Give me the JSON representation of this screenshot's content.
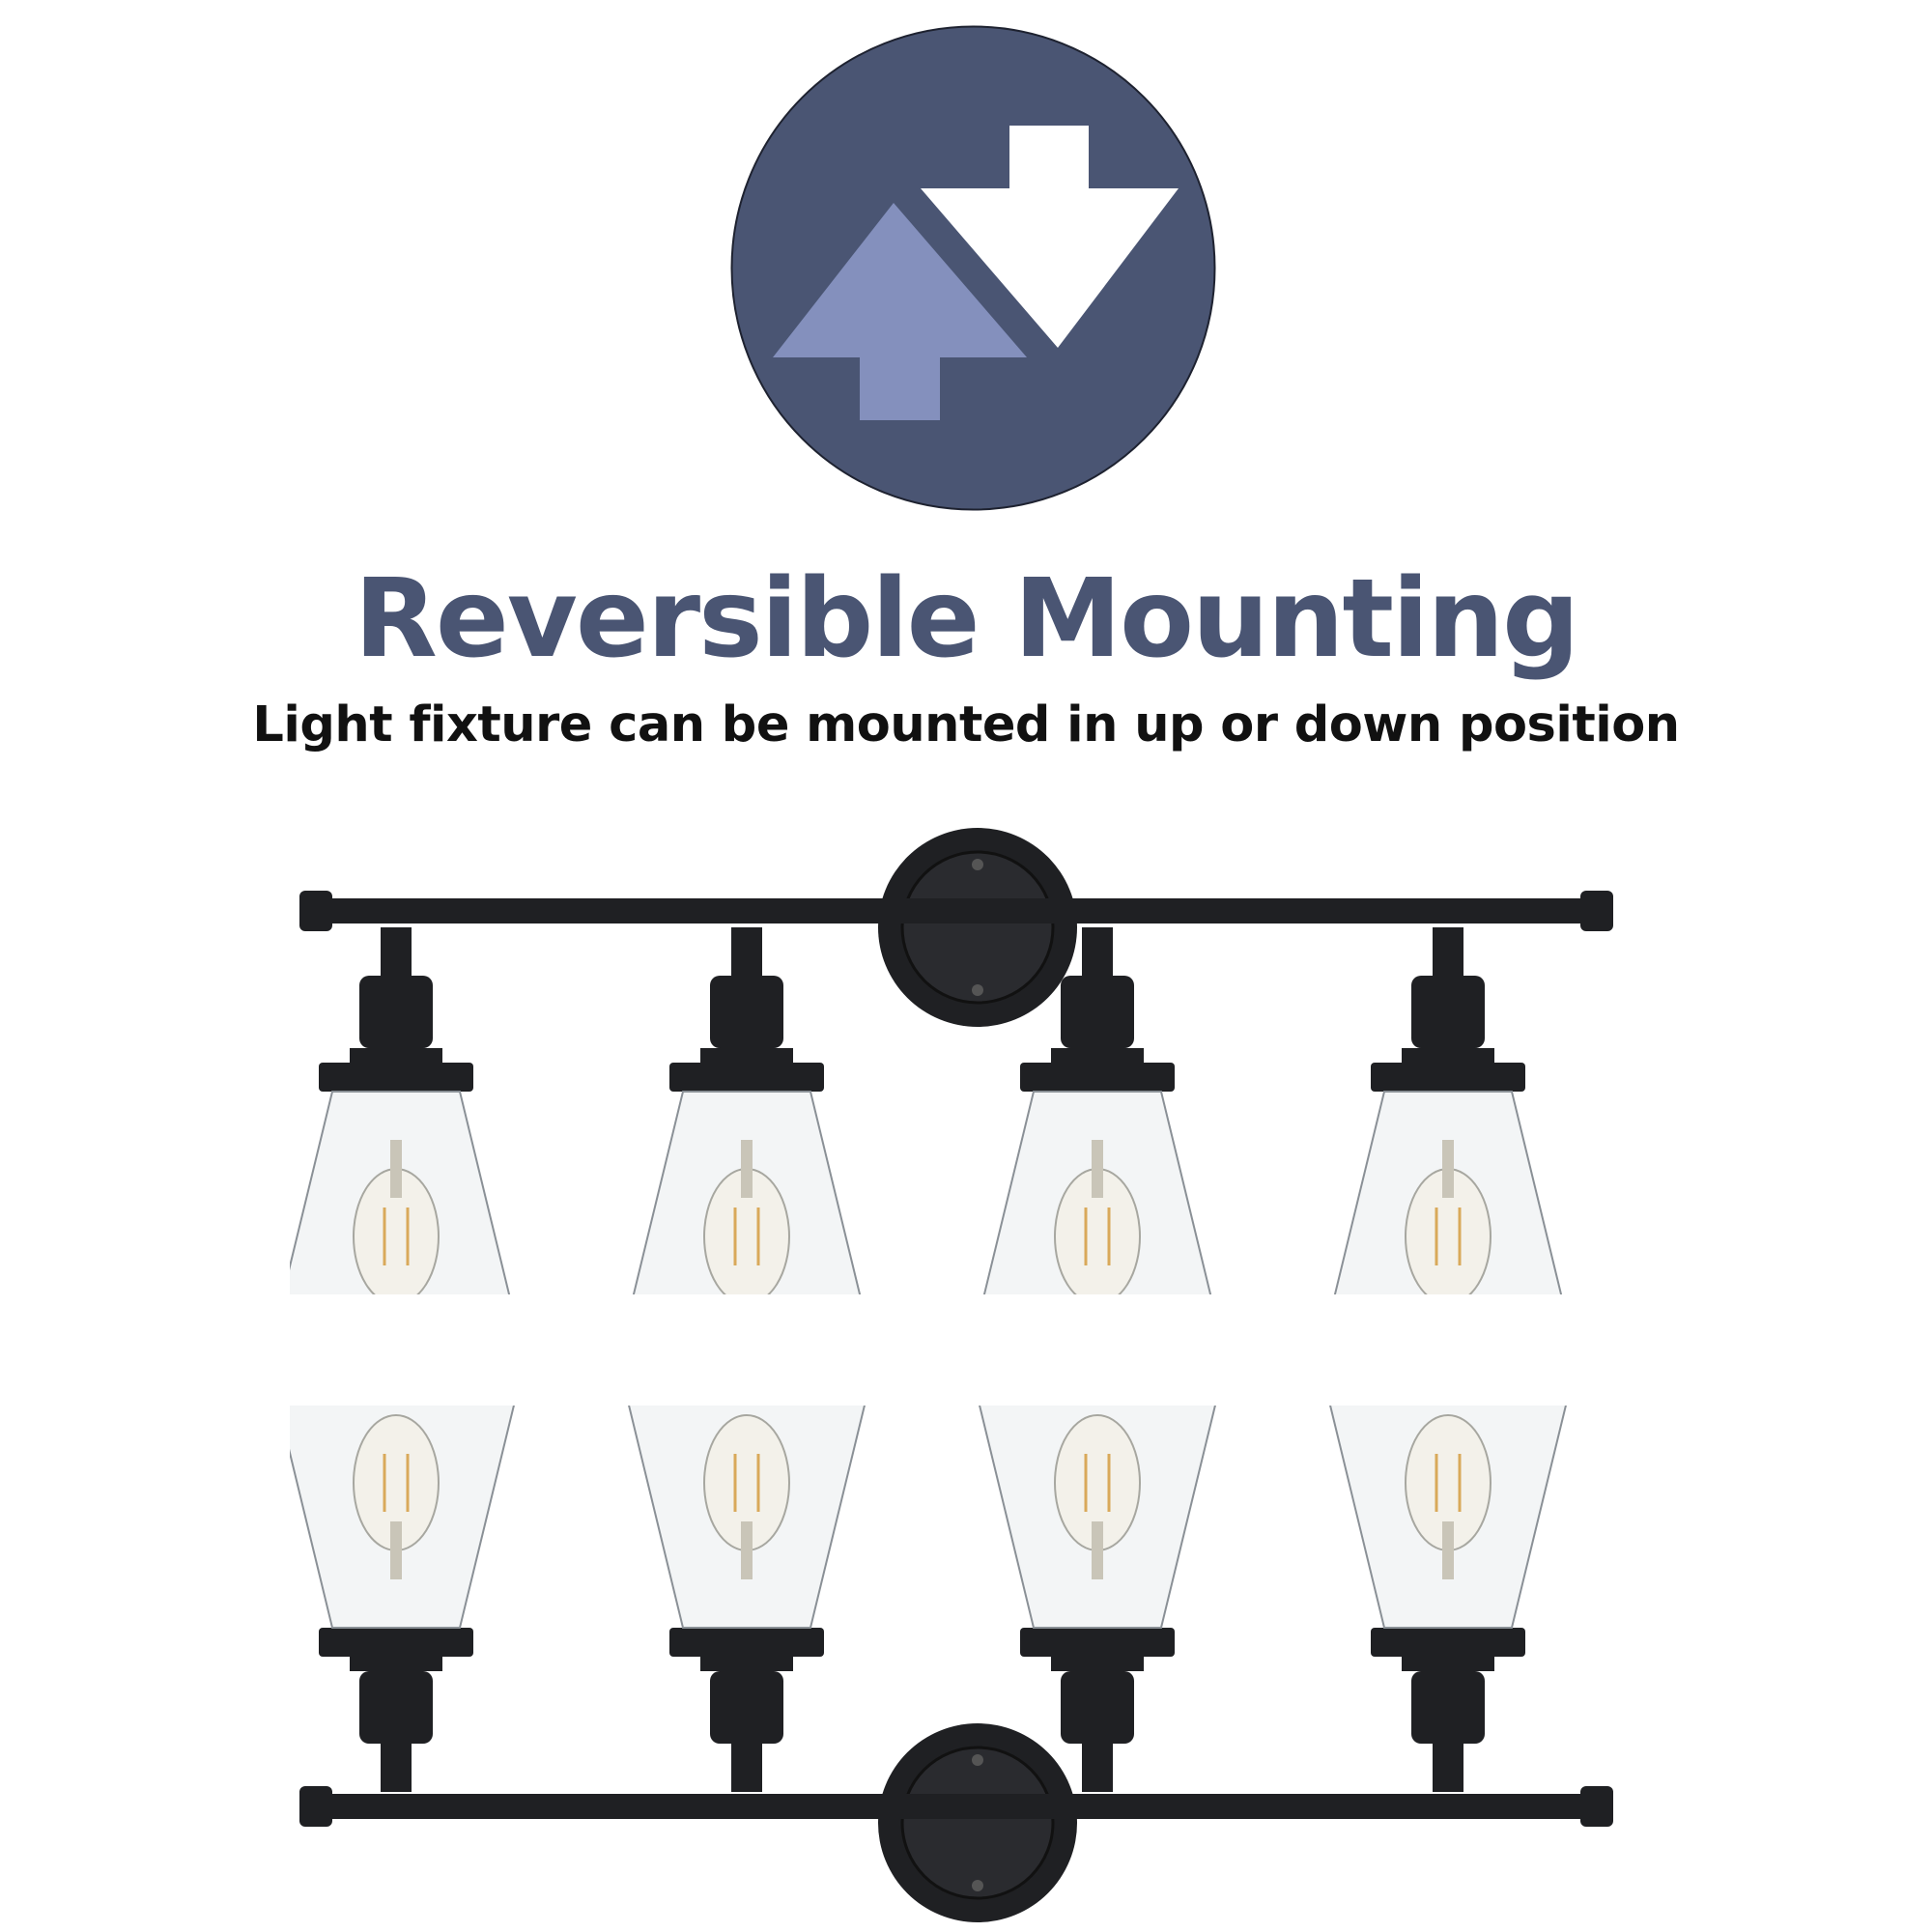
{
  "colors": {
    "circle": "#4a5573",
    "arrow_up": "#8490bd",
    "arrow_down": "#ffffff",
    "title": "#4a5573",
    "subtitle": "#111111",
    "metal": "#1f2023",
    "glass": "#e9ecee"
  },
  "icons": {
    "badge": "reversible-arrows-icon"
  },
  "feature": {
    "title": "Reversible Mounting",
    "subtitle": "Light fixture can be mounted in up or down position"
  },
  "fixtures": {
    "shade_count": 4,
    "orientations": [
      "down",
      "up"
    ]
  }
}
